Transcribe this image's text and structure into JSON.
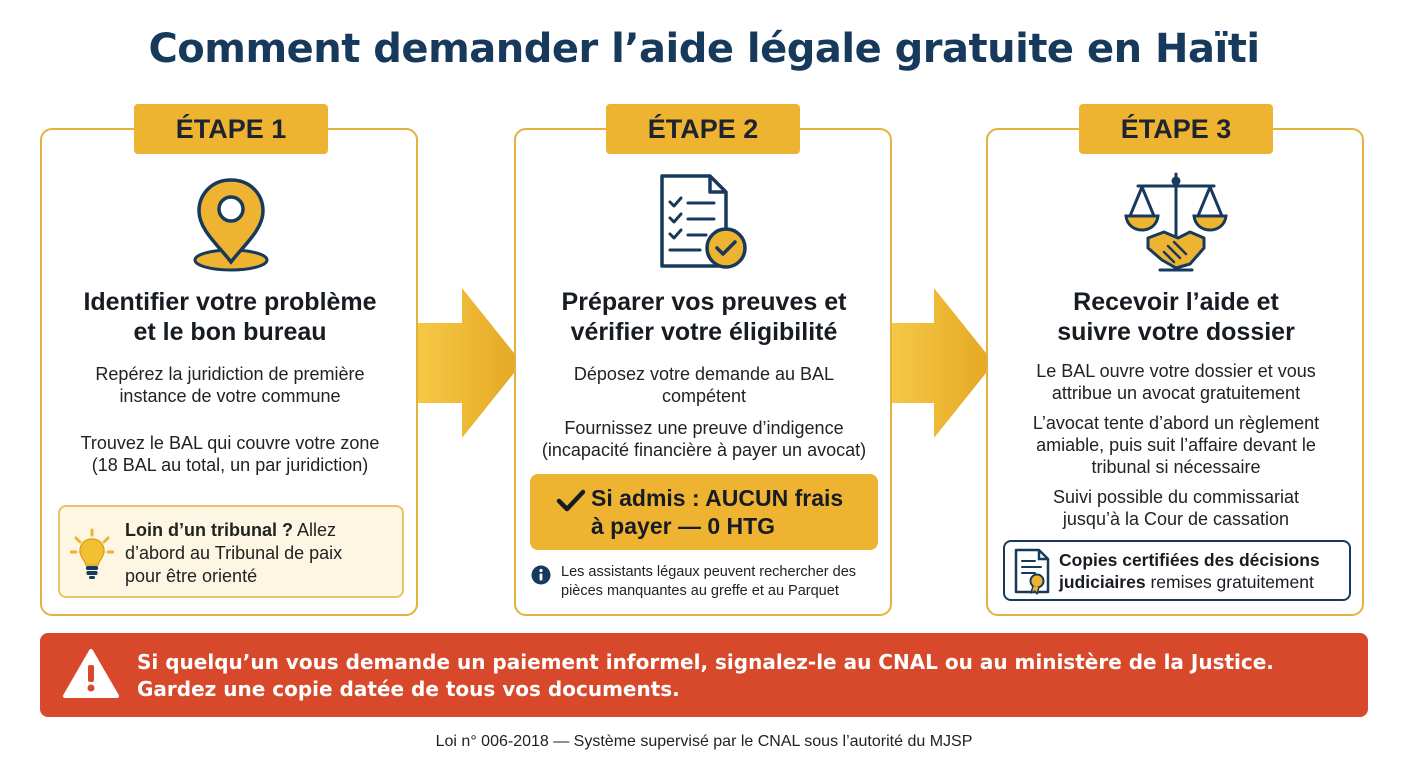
{
  "title": "Comment demander l’aide légale gratuite en Haïti",
  "steps": [
    {
      "badge": "ÉTAPE 1",
      "icon": "location-pin-icon",
      "heading_line1": "Identifier votre problème",
      "heading_line2": "et le bon bureau",
      "paragraphs": [
        [
          "Repérez la juridiction de première",
          "instance de votre commune"
        ],
        [
          "Trouvez le BAL qui couvre votre zone",
          "(18 BAL au total, un par juridiction)"
        ]
      ],
      "tip": {
        "icon": "lightbulb-icon",
        "bold": "Loin d’un tribunal ?",
        "text_line1_rest": " Allez",
        "line2": "d’abord au Tribunal de paix",
        "line3": "pour être orienté"
      }
    },
    {
      "badge": "ÉTAPE 2",
      "icon": "checklist-document-icon",
      "heading_line1": "Préparer vos preuves et",
      "heading_line2": "vérifier votre éligibilité",
      "paragraphs": [
        [
          "Déposez votre demande au BAL",
          "compétent"
        ],
        [
          "Fournissez une preuve d’indigence",
          "(incapacité financière à payer un avocat)"
        ]
      ],
      "free": {
        "icon": "checkmark-icon",
        "line1": "Si admis : AUCUN frais",
        "line2": "à payer — 0 HTG"
      },
      "note": {
        "icon": "info-icon",
        "line1": "Les assistants légaux peuvent rechercher des",
        "line2": "pièces manquantes au greffe et au Parquet"
      }
    },
    {
      "badge": "ÉTAPE 3",
      "icon": "scales-handshake-icon",
      "heading_line1": "Recevoir l’aide et",
      "heading_line2": "suivre votre dossier",
      "paragraphs": [
        [
          "Le BAL ouvre votre dossier et vous",
          "attribue un avocat gratuitement"
        ],
        [
          "L’avocat tente d’abord un règlement",
          "amiable, puis suit l’affaire devant le",
          "tribunal si nécessaire"
        ],
        [
          "Suivi possible du commissariat",
          "jusqu’à la Cour de cassation"
        ]
      ],
      "copies": {
        "icon": "certificate-icon",
        "bold_line1": "Copies certifiées des décisions",
        "bold_line2": "judiciaires",
        "rest_line2": " remises gratuitement"
      }
    }
  ],
  "warning": {
    "icon": "warning-triangle-icon",
    "line1": "Si quelqu’un vous demande un paiement informel, signalez-le au CNAL ou au ministère de la Justice.",
    "line2": "Gardez une copie datée de tous vos documents."
  },
  "footer": "Loi n° 006-2018 — Système supervisé par le CNAL sous l’autorité du MJSP",
  "colors": {
    "navy": "#173a5c",
    "gold": "#eeb431",
    "border_gold": "#e3b13e",
    "warning_red": "#d8492c"
  }
}
